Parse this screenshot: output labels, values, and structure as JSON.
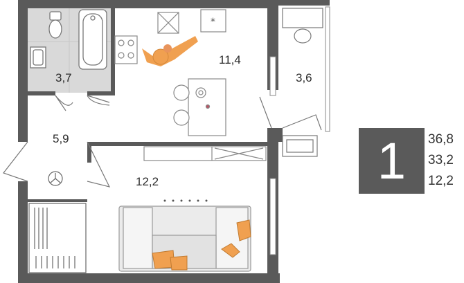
{
  "rooms": {
    "bathroom": "3,7",
    "kitchen_living": "11,4",
    "wc": "3,6",
    "hall": "5,9",
    "bedroom": "12,2"
  },
  "summary": {
    "room_count": "1",
    "total_area": "36,8",
    "living_area": "33,2",
    "kitchen_area": "12,2"
  },
  "colors": {
    "wall": "#5a5a5a",
    "wet_floor": "#d8d8d8",
    "accent": "#f0a050",
    "furniture": "#999999"
  }
}
